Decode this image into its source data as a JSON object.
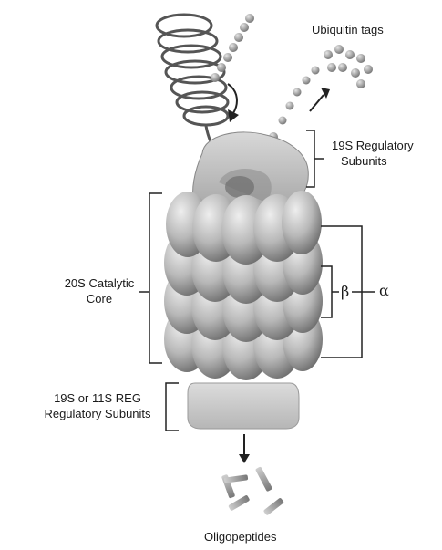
{
  "labels": {
    "ubiquitin": "Ubiquitin tags",
    "reg19s": [
      "19S Regulatory",
      "Subunits"
    ],
    "core20s": [
      "20S Catalytic",
      "Core"
    ],
    "reg11s": [
      "19S or 11S REG",
      "Regulatory Subunits"
    ],
    "oligopeptides": "Oligopeptides",
    "beta": "β",
    "alpha": "α"
  },
  "colors": {
    "subunit": "#b9b9b9",
    "subunit_shadow": "#6f6f6f",
    "cap": "#c9c9c9",
    "ink": "#1a1a1a"
  }
}
